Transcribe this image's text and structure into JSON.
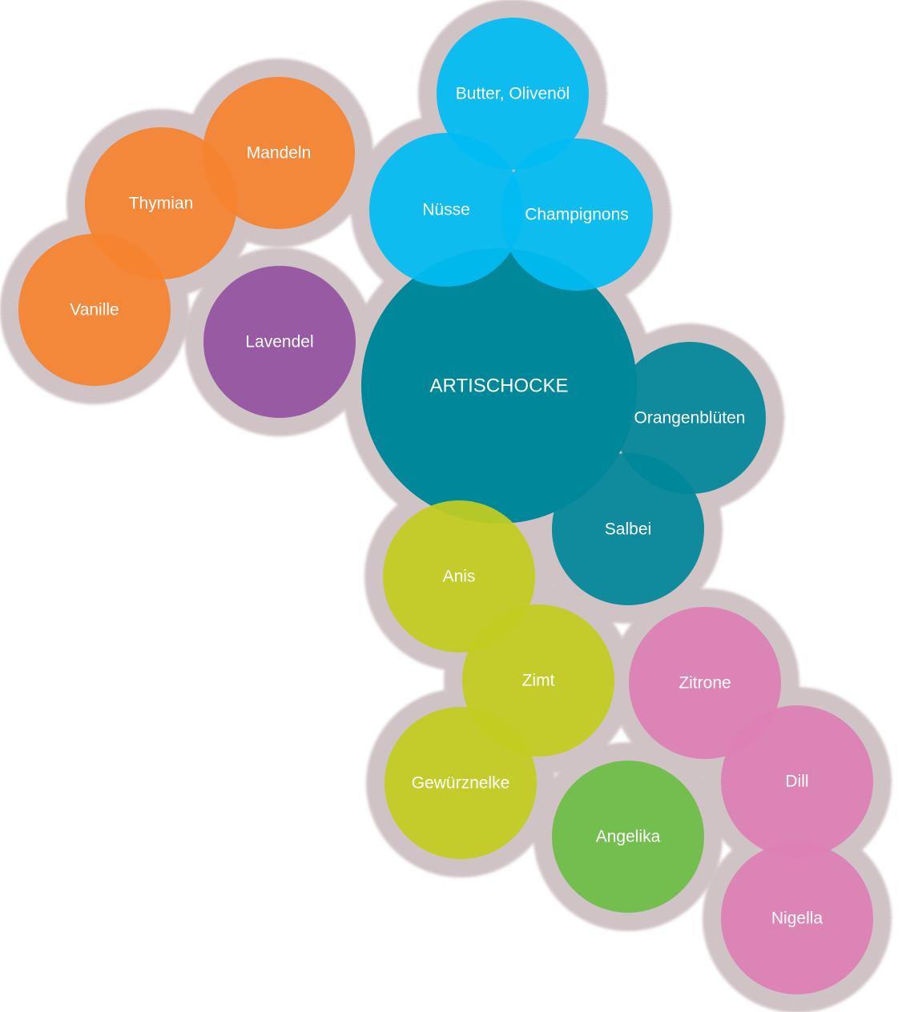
{
  "colors": {
    "halo": "#d0c3c6",
    "orange": "#f5822f",
    "purple": "#9352a0",
    "blue": "#00bbf2",
    "teal": "#00879a",
    "lime": "#c3cc20",
    "green": "#6cbd45",
    "pink": "#de7fb5"
  },
  "center": {
    "label": "ARTISCHOCKE",
    "color_key": "teal"
  },
  "pairings": [
    {
      "label": "Butter, Olivenöl",
      "group": "blue"
    },
    {
      "label": "Nüsse",
      "group": "blue"
    },
    {
      "label": "Champignons",
      "group": "blue"
    },
    {
      "label": "Mandeln",
      "group": "orange"
    },
    {
      "label": "Thymian",
      "group": "orange"
    },
    {
      "label": "Vanille",
      "group": "orange"
    },
    {
      "label": "Lavendel",
      "group": "purple"
    },
    {
      "label": "Orangenblüten",
      "group": "teal"
    },
    {
      "label": "Salbei",
      "group": "teal"
    },
    {
      "label": "Anis",
      "group": "lime"
    },
    {
      "label": "Zimt",
      "group": "lime"
    },
    {
      "label": "Gewürznelke",
      "group": "lime"
    },
    {
      "label": "Angelika",
      "group": "green"
    },
    {
      "label": "Zitrone",
      "group": "pink"
    },
    {
      "label": "Dill",
      "group": "pink"
    },
    {
      "label": "Nigella",
      "group": "pink"
    }
  ]
}
